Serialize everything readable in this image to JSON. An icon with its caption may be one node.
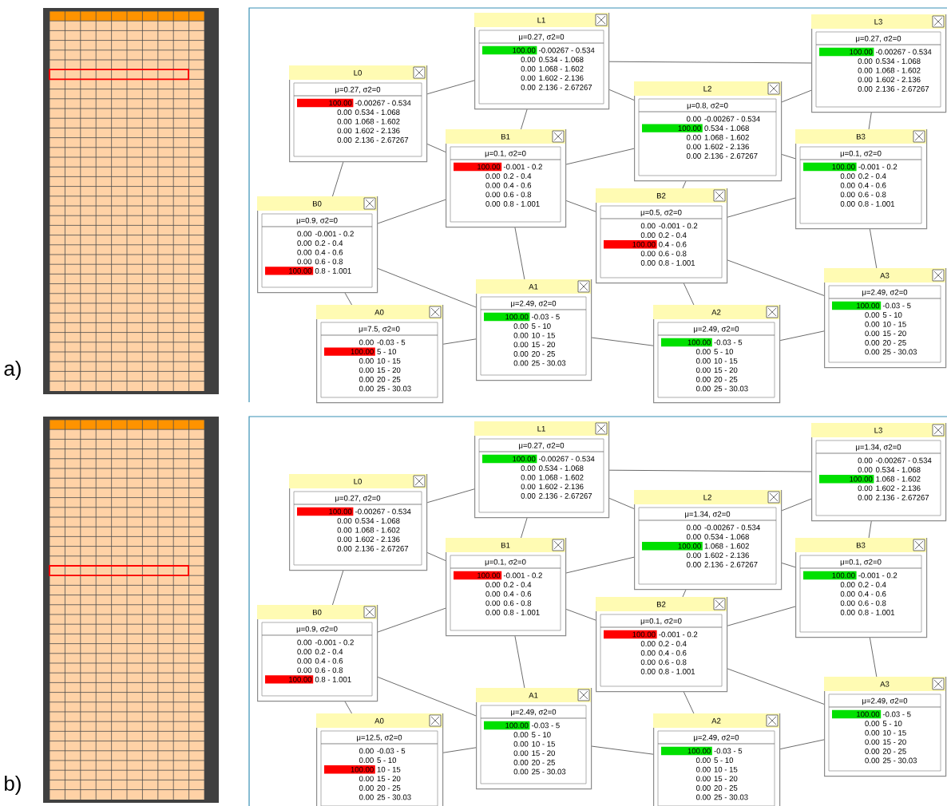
{
  "diagram": {
    "nodes": [
      {
        "text": [
          "L0",
          "μ=0.27, σ2=0",
          "100.00",
          "-0.00267 - 0.534",
          "0.00",
          "0.534 - 1.068",
          "0.00",
          "1.068 - 1.602",
          "0.00",
          "1.602 - 2.136",
          "0.00",
          "2.136 - 2.67267"
        ]
      },
      {
        "text": [
          "L1",
          "μ=0.27, σ2=0",
          "100.00",
          "-0.00267 - 0.534",
          "0.00",
          "0.534 - 1.068",
          "0.00",
          "1.068 - 1.602",
          "0.00",
          "1.602 - 2.136",
          "0.00",
          "2.136 - 2.67267"
        ]
      },
      {
        "text": [
          "L2",
          "μ=0.8, σ2=0",
          "0.00",
          "-0.00267 - 0.534",
          "100.00",
          "0.534 - 1.068",
          "0.00",
          "1.068 - 1.602",
          "0.00",
          "1.602 - 2.136",
          "0.00",
          "2.136 - 2.67267"
        ]
      },
      {
        "text": [
          "L3",
          "μ=0.27, σ2=0",
          "100.00",
          "-0.00267 - 0.534",
          "0.00",
          "0.534 - 1.068",
          "0.00",
          "1.068 - 1.602",
          "0.00",
          "1.602 - 2.136",
          "0.00",
          "2.136 - 2.67267"
        ]
      },
      {
        "text": [
          "B0",
          "μ=0.9, σ2=0",
          "0.00",
          "-0.001 - 0.2",
          "0.00",
          "0.2 - 0.4",
          "0.00",
          "0.4 - 0.6",
          "0.00",
          "0.6 - 0.8",
          "100.00",
          "0.8 - 1.001"
        ]
      },
      {
        "text": [
          "B1",
          "μ=0.1, σ2=0",
          "100.00",
          "-0.001 - 0.2",
          "0.00",
          "0.2 - 0.4",
          "0.00",
          "0.4 - 0.6",
          "0.00",
          "0.6 - 0.8",
          "0.00",
          "0.8 - 1.001"
        ]
      },
      {
        "text": [
          "B2",
          "μ=0.5, σ2=0",
          "0.00",
          "-0.001 - 0.2",
          "0.00",
          "0.2 - 0.4",
          "100.00",
          "0.4 - 0.6",
          "0.00",
          "0.6 - 0.8",
          "0.00",
          "0.8 - 1.001"
        ]
      },
      {
        "text": [
          "B3",
          "μ=0.1, σ2=0",
          "100.00",
          "-0.001 - 0.2",
          "0.00",
          "0.2 - 0.4",
          "0.00",
          "0.4 - 0.6",
          "0.00",
          "0.6 - 0.8",
          "0.00",
          "0.8 - 1.001"
        ]
      },
      {
        "text": [
          "A0",
          "μ=7.5, σ2=0",
          "0.00",
          "-0.03 - 5",
          "100.00",
          "5 - 10",
          "0.00",
          "10 - 15",
          "0.00",
          "15 - 20",
          "0.00",
          "20 - 25",
          "0.00",
          "25 - 30.03"
        ]
      },
      {
        "text": [
          "A1",
          "μ=2.49, σ2=0",
          "100.00",
          "-0.03 - 5",
          "0.00",
          "5 - 10",
          "0.00",
          "10 - 15",
          "0.00",
          "15 - 20",
          "0.00",
          "20 - 25",
          "0.00",
          "25 - 30.03"
        ]
      },
      {
        "text": [
          "A2",
          "μ=2.49, σ2=0",
          "100.00",
          "-0.03 - 5",
          "0.00",
          "5 - 10",
          "0.00",
          "10 - 15",
          "0.00",
          "15 - 20",
          "0.00",
          "20 - 25",
          "0.00",
          "25 - 30.03"
        ]
      },
      {
        "text": [
          "A3",
          "μ=2.49, σ2=0",
          "100.00",
          "-0.03 - 5",
          "0.00",
          "5 - 10",
          "0.00",
          "10 - 15",
          "0.00",
          "15 - 20",
          "0.00",
          "20 - 25",
          "0.00",
          "25 - 30.03"
        ]
      },
      {
        "text": [
          "L0",
          "μ=0.27, σ2=0",
          "100.00",
          "-0.00267 - 0.534",
          "0.00",
          "0.534 - 1.068",
          "0.00",
          "1.068 - 1.602",
          "0.00",
          "1.602 - 2.136",
          "0.00",
          "2.136 - 2.67267"
        ]
      },
      {
        "text": [
          "L1",
          "μ=0.27, σ2=0",
          "100.00",
          "-0.00267 - 0.534",
          "0.00",
          "0.534 - 1.068",
          "0.00",
          "1.068 - 1.602",
          "0.00",
          "1.602 - 2.136",
          "0.00",
          "2.136 - 2.67267"
        ]
      },
      {
        "text": [
          "L2",
          "μ=1.34, σ2=0",
          "0.00",
          "-0.00267 - 0.534",
          "0.00",
          "0.534 - 1.068",
          "100.00",
          "1.068 - 1.602",
          "0.00",
          "1.602 - 2.136",
          "0.00",
          "2.136 - 2.67267"
        ]
      },
      {
        "text": [
          "L3",
          "μ=1.34, σ2=0",
          "0.00",
          "-0.00267 - 0.534",
          "0.00",
          "0.534 - 1.068",
          "100.00",
          "1.068 - 1.602",
          "0.00",
          "1.602 - 2.136",
          "0.00",
          "2.136 - 2.67267"
        ]
      },
      {
        "text": [
          "B0",
          "μ=0.9, σ2=0",
          "0.00",
          "-0.001 - 0.2",
          "0.00",
          "0.2 - 0.4",
          "0.00",
          "0.4 - 0.6",
          "0.00",
          "0.6 - 0.8",
          "100.00",
          "0.8 - 1.001"
        ]
      },
      {
        "text": [
          "B1",
          "μ=0.1, σ2=0",
          "100.00",
          "-0.001 - 0.2",
          "0.00",
          "0.2 - 0.4",
          "0.00",
          "0.4 - 0.6",
          "0.00",
          "0.6 - 0.8",
          "0.00",
          "0.8 - 1.001"
        ]
      },
      {
        "text": [
          "B2",
          "μ=0.1, σ2=0",
          "100.00",
          "-0.001 - 0.2",
          "0.00",
          "0.2 - 0.4",
          "0.00",
          "0.4 - 0.6",
          "0.00",
          "0.6 - 0.8",
          "0.00",
          "0.8 - 1.001"
        ]
      },
      {
        "text": [
          "B3",
          "μ=0.1, σ2=0",
          "100.00",
          "-0.001 - 0.2",
          "0.00",
          "0.2 - 0.4",
          "0.00",
          "0.4 - 0.6",
          "0.00",
          "0.6 - 0.8",
          "0.00",
          "0.8 - 1.001"
        ]
      },
      {
        "text": [
          "A0",
          "μ=12.5, σ2=0",
          "0.00",
          "-0.03 - 5",
          "0.00",
          "5 - 10",
          "100.00",
          "10 - 15",
          "0.00",
          "15 - 20",
          "0.00",
          "20 - 25",
          "0.00",
          "25 - 30.03"
        ]
      },
      {
        "text": [
          "A1",
          "μ=2.49, σ2=0",
          "100.00",
          "-0.03 - 5",
          "0.00",
          "5 - 10",
          "0.00",
          "10 - 15",
          "0.00",
          "15 - 20",
          "0.00",
          "20 - 25",
          "0.00",
          "25 - 30.03"
        ]
      },
      {
        "text": [
          "A2",
          "μ=2.49, σ2=0",
          "100.00",
          "-0.03 - 5",
          "0.00",
          "5 - 10",
          "0.00",
          "10 - 15",
          "0.00",
          "15 - 20",
          "0.00",
          "20 - 25",
          "0.00",
          "25 - 30.03"
        ]
      },
      {
        "text": [
          "A3",
          "μ=2.49, σ2=0",
          "100.00",
          "-0.03 - 5",
          "0.00",
          "5 - 10",
          "0.00",
          "10 - 15",
          "0.00",
          "15 - 20",
          "0.00",
          "20 - 25",
          "0.00",
          "25 - 30.03"
        ]
      }
    ],
    "edges": [
      {
        "from": 0,
        "to": 1,
        "arrow": "none"
      },
      {
        "from": 0,
        "to": 4,
        "arrow": "none"
      },
      {
        "from": 0,
        "to": 5,
        "arrow": "none"
      },
      {
        "from": 1,
        "to": 5,
        "arrow": "none"
      },
      {
        "from": 1,
        "to": 2,
        "arrow": "none"
      },
      {
        "from": 1,
        "to": 3,
        "arrow": "none"
      },
      {
        "from": 2,
        "to": 3,
        "arrow": "none"
      },
      {
        "from": 2,
        "to": 5,
        "arrow": "none"
      },
      {
        "from": 2,
        "to": 6,
        "arrow": "none"
      },
      {
        "from": 2,
        "to": 7,
        "arrow": "none"
      },
      {
        "from": 3,
        "to": 7,
        "arrow": "none"
      },
      {
        "from": 4,
        "to": 5,
        "arrow": "none"
      },
      {
        "from": 4,
        "to": 8,
        "arrow": "none"
      },
      {
        "from": 4,
        "to": 9,
        "arrow": "none"
      },
      {
        "from": 5,
        "to": 9,
        "arrow": "none"
      },
      {
        "from": 5,
        "to": 6,
        "arrow": "none"
      },
      {
        "from": 6,
        "to": 10,
        "arrow": "none"
      },
      {
        "from": 6,
        "to": 11,
        "arrow": "none"
      },
      {
        "from": 7,
        "to": 11,
        "arrow": "none"
      },
      {
        "from": 7,
        "to": 6,
        "arrow": "none"
      },
      {
        "from": 8,
        "to": 9,
        "arrow": "none"
      },
      {
        "from": 9,
        "to": 10,
        "arrow": "none"
      },
      {
        "from": 10,
        "to": 11,
        "arrow": "none"
      },
      {
        "from": 12,
        "to": 13,
        "arrow": "none"
      },
      {
        "from": 12,
        "to": 16,
        "arrow": "none"
      },
      {
        "from": 12,
        "to": 17,
        "arrow": "none"
      },
      {
        "from": 13,
        "to": 17,
        "arrow": "none"
      },
      {
        "from": 13,
        "to": 14,
        "arrow": "none"
      },
      {
        "from": 13,
        "to": 15,
        "arrow": "none"
      },
      {
        "from": 14,
        "to": 15,
        "arrow": "none"
      },
      {
        "from": 14,
        "to": 17,
        "arrow": "none"
      },
      {
        "from": 14,
        "to": 18,
        "arrow": "none"
      },
      {
        "from": 14,
        "to": 19,
        "arrow": "none"
      },
      {
        "from": 15,
        "to": 19,
        "arrow": "none"
      },
      {
        "from": 16,
        "to": 17,
        "arrow": "none"
      },
      {
        "from": 16,
        "to": 20,
        "arrow": "none"
      },
      {
        "from": 16,
        "to": 21,
        "arrow": "none"
      },
      {
        "from": 17,
        "to": 21,
        "arrow": "none"
      },
      {
        "from": 17,
        "to": 18,
        "arrow": "none"
      },
      {
        "from": 18,
        "to": 22,
        "arrow": "none"
      },
      {
        "from": 18,
        "to": 23,
        "arrow": "none"
      },
      {
        "from": 19,
        "to": 23,
        "arrow": "none"
      },
      {
        "from": 19,
        "to": 18,
        "arrow": "none"
      },
      {
        "from": 20,
        "to": 21,
        "arrow": "none"
      },
      {
        "from": 21,
        "to": 22,
        "arrow": "none"
      },
      {
        "from": 22,
        "to": 23,
        "arrow": "none"
      }
    ],
    "labels": [
      "a)",
      "b)"
    ]
  }
}
